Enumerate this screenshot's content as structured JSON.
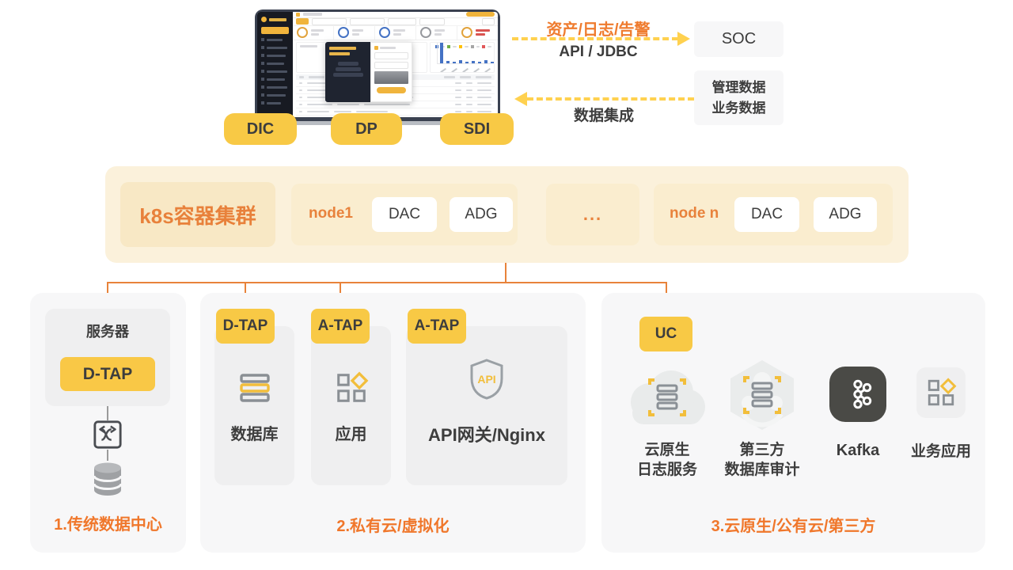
{
  "colors": {
    "accent_yellow": "#F8C945",
    "accent_orange_text": "#EF7B2E",
    "connector_orange": "#E8833A",
    "arrow_yellow": "#FFD14F",
    "dark_text": "#3D3D3D",
    "band_bg": "#FBF1DB",
    "band_title_bg": "#F8E8C5",
    "node_bg": "#FAEDCF",
    "section_bg": "#F7F7F8",
    "inner_bg": "#EFEFF0",
    "kafka_dark": "#4A4A46"
  },
  "top": {
    "flow_up_label": "资产/日志/告警",
    "flow_up_sublabel": "API / JDBC",
    "soc_label": "SOC",
    "mgmt_line1": "管理数据",
    "mgmt_line2": "业务数据",
    "flow_down_label": "数据集成",
    "product_dic": "DIC",
    "product_dp": "DP",
    "product_sdi": "SDI"
  },
  "cluster": {
    "title": "k8s容器集群",
    "node1_name": "node1",
    "node1_dac": "DAC",
    "node1_adg": "ADG",
    "ellipsis": "...",
    "noden_name": "node n",
    "noden_dac": "DAC",
    "noden_adg": "ADG"
  },
  "section1": {
    "server": "服务器",
    "tap": "D-TAP",
    "caption": "1.传统数据中心"
  },
  "section2": {
    "tap_db": "D-TAP",
    "tap_app": "A-TAP",
    "tap_api": "A-TAP",
    "label_db": "数据库",
    "label_app": "应用",
    "label_api": "API网关/Nginx",
    "api_badge": "API",
    "caption": "2.私有云/虚拟化"
  },
  "section3": {
    "uc": "UC",
    "cloud_log_line1": "云原生",
    "cloud_log_line2": "日志服务",
    "third_party_line1": "第三方",
    "third_party_line2": "数据库审计",
    "kafka": "Kafka",
    "biz_app": "业务应用",
    "caption": "3.云原生/公有云/第三方"
  }
}
